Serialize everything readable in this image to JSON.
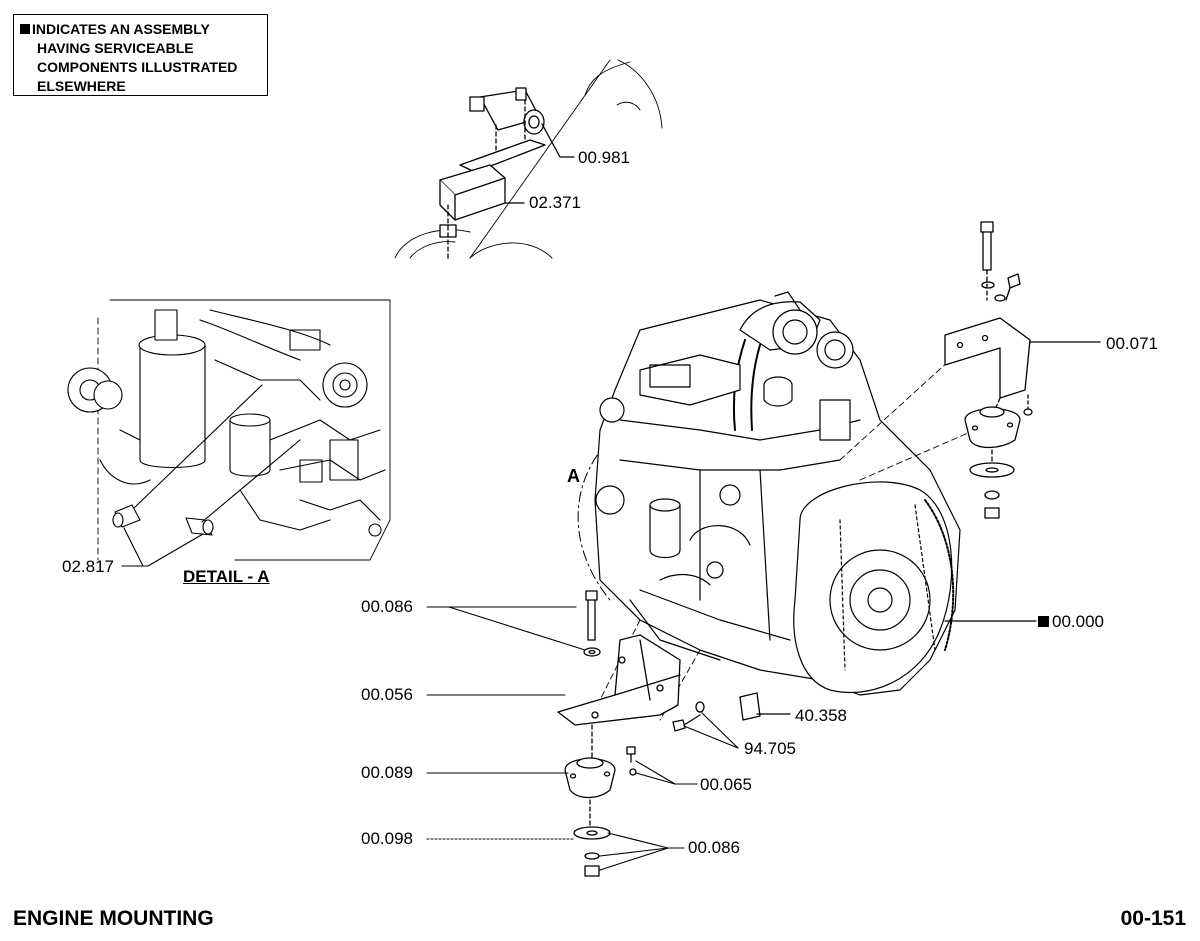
{
  "legend": {
    "line1": "INDICATES AN ASSEMBLY",
    "line2": "HAVING SERVICEABLE",
    "line3": "COMPONENTS ILLUSTRATED",
    "line4": "ELSEWHERE"
  },
  "callouts": {
    "c_00_981": "00.981",
    "c_02_371": "02.371",
    "c_00_071": "00.071",
    "c_02_817": "02.817",
    "c_00_086_top": "00.086",
    "c_00_056": "00.056",
    "c_00_089": "00.089",
    "c_00_098": "00.098",
    "c_00_000": "00.000",
    "c_40_358": "40.358",
    "c_94_705": "94.705",
    "c_00_065": "00.065",
    "c_00_086_bottom": "00.086"
  },
  "detail_label": "DETAIL - A",
  "view_label": "A",
  "footer": {
    "title": "ENGINE MOUNTING",
    "page_number": "00-151"
  },
  "symbols": {
    "assembly_marker": "black-square-icon"
  }
}
